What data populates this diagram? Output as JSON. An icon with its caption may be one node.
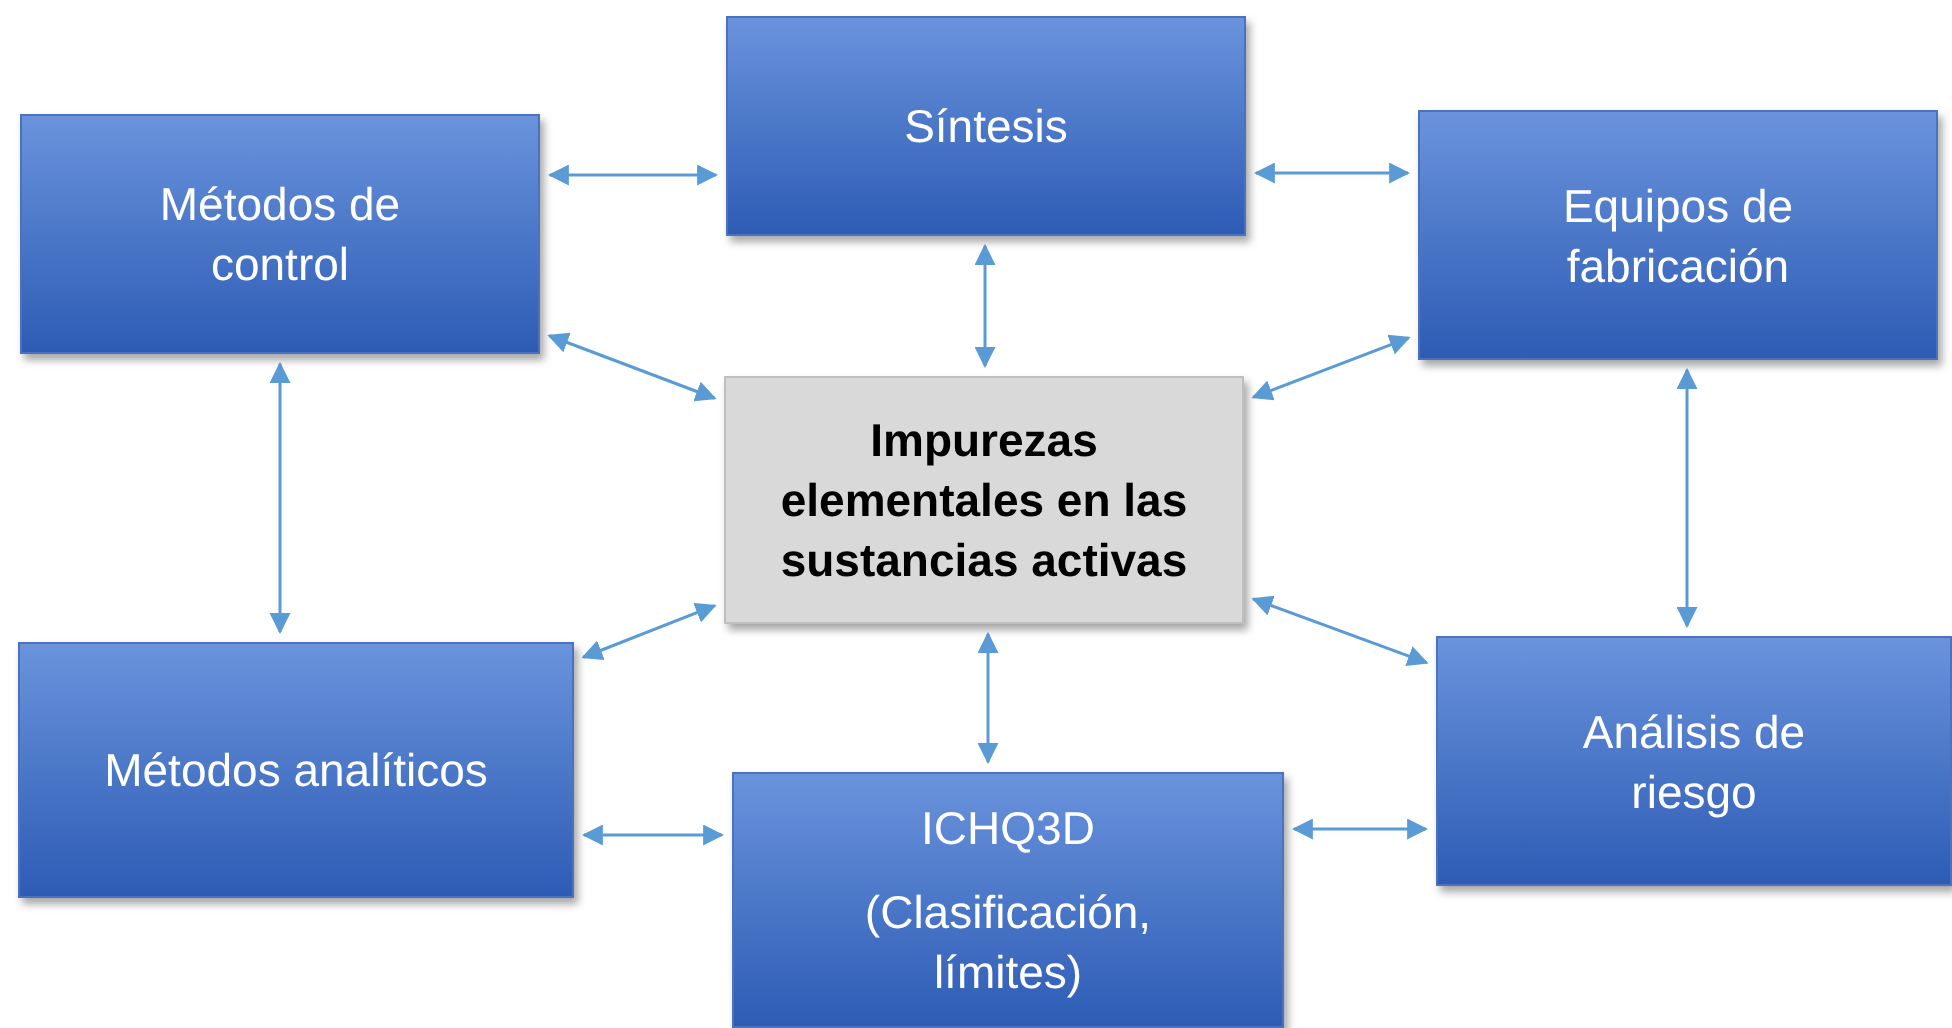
{
  "diagram": {
    "nodes": [
      {
        "text": [
          "Síntesis"
        ]
      },
      {
        "text": [
          "Métodos de control"
        ]
      },
      {
        "text": [
          "Equipos de fabricación"
        ]
      },
      {
        "text": [
          "Impurezas elementales en las sustancias activas"
        ]
      },
      {
        "text": [
          "Métodos analíticos"
        ]
      },
      {
        "text": [
          "Análisis de riesgo"
        ]
      },
      {
        "text": [
          "ICHQ3D",
          "(Clasificación, límites)"
        ]
      }
    ],
    "edges": [
      {
        "from": 1,
        "to": 0,
        "arrow": "both"
      },
      {
        "from": 0,
        "to": 2,
        "arrow": "both"
      },
      {
        "from": 1,
        "to": 3,
        "arrow": "both"
      },
      {
        "from": 0,
        "to": 3,
        "arrow": "both"
      },
      {
        "from": 2,
        "to": 3,
        "arrow": "both"
      },
      {
        "from": 1,
        "to": 4,
        "arrow": "both"
      },
      {
        "from": 2,
        "to": 5,
        "arrow": "both"
      },
      {
        "from": 3,
        "to": 4,
        "arrow": "both"
      },
      {
        "from": 3,
        "to": 6,
        "arrow": "both"
      },
      {
        "from": 3,
        "to": 5,
        "arrow": "both"
      },
      {
        "from": 4,
        "to": 6,
        "arrow": "both"
      },
      {
        "from": 6,
        "to": 5,
        "arrow": "both"
      }
    ]
  }
}
